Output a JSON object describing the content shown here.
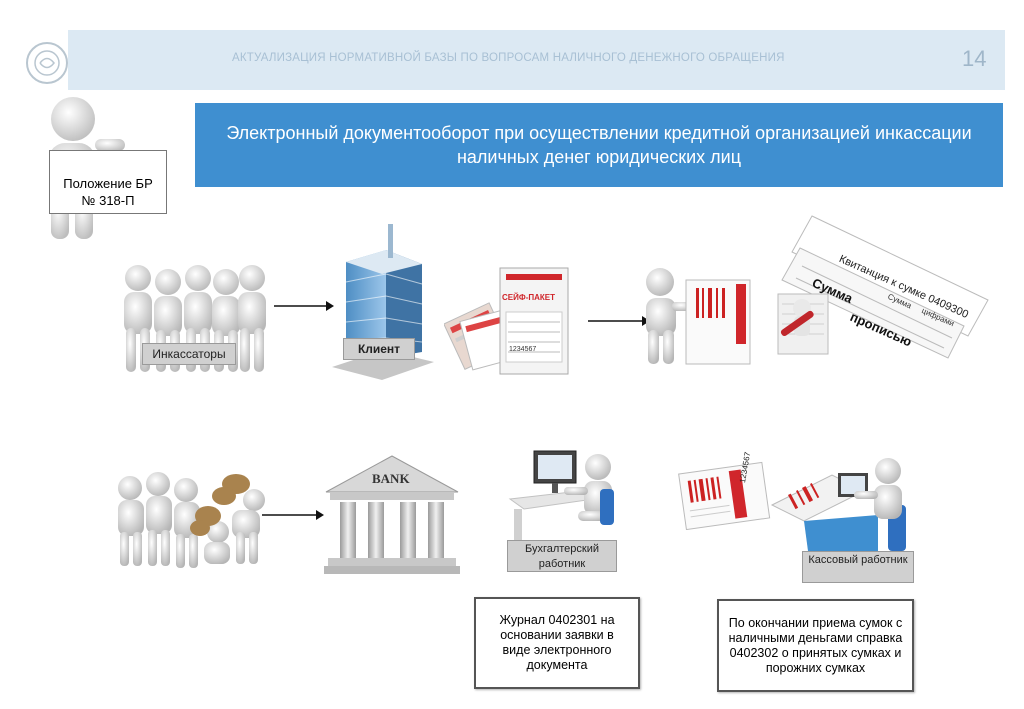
{
  "header": {
    "title": "АКТУАЛИЗАЦИЯ НОРМАТИВНОЙ БАЗЫ ПО ВОПРОСАМ НАЛИЧНОГО ДЕНЕЖНОГО ОБРАЩЕНИЯ",
    "page_number": "14"
  },
  "banner": {
    "text": "Электронный документооборот при осуществлении кредитной организацией инкассации наличных денег юридических лиц"
  },
  "sign": {
    "line1": "Положение БР",
    "line2": "№ 318-П"
  },
  "row1": {
    "collectors_label": "Инкассаторы",
    "client_label": "Клиент",
    "bag_label": "СЕЙФ-ПАКЕТ",
    "bag_number": "1234567",
    "receipt_title": "Квитанция к сумке 0409300",
    "receipt_sum": "Сумма",
    "receipt_words": "прописью",
    "receipt_sum_small": "Сумма",
    "receipt_digits": "цифрами"
  },
  "row2": {
    "bank_label": "BANK",
    "accountant_label": "Бухгалтерский работник",
    "cashier_label": "Кассовый работник",
    "doc_number": "1234567",
    "journal_note": "Журнал 0402301 на основании заявки в виде электронного документа",
    "cash_note": "По окончании приема сумок с наличными деньгами справка 0402302 о принятых сумках и порожних сумках"
  },
  "colors": {
    "banner": "#3f8fd0",
    "header": "#dce9f3",
    "accent_red": "#d0262b"
  }
}
